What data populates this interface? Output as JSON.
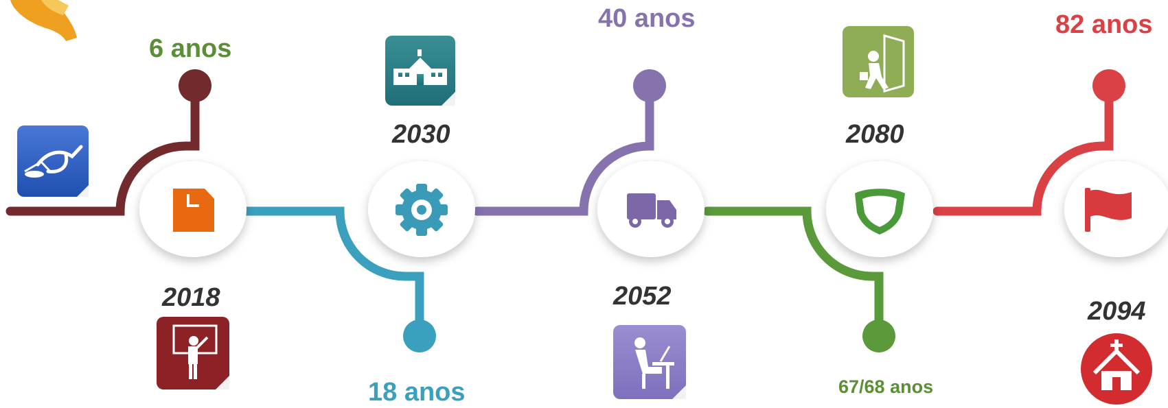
{
  "timeline": {
    "years": [
      "2018",
      "2030",
      "2052",
      "2080",
      "2094"
    ],
    "ages": [
      "6 anos",
      "18 anos",
      "40 anos",
      "67/68 anos",
      "82 anos"
    ],
    "colors": {
      "stage1": "#722a2c",
      "stage2": "#3ba0be",
      "stage3": "#8672ad",
      "stage4": "#5a9a3a",
      "stage5": "#d94144",
      "age_green": "#5b8f35",
      "year_text": "#333333",
      "node_doc": "#e8690f",
      "node_gear": "#3a9bb8",
      "node_truck": "#7c68a8",
      "node_shield": "#4a9a3a",
      "node_flag": "#d93a3e",
      "logo_orange": "#f0a020"
    },
    "icons": {
      "node1": "document-icon",
      "node2": "gear-icon",
      "node3": "truck-icon",
      "node4": "shield-icon",
      "node5": "flag-icon",
      "photo_birth": "stork-icon",
      "photo_school": "teacher-blackboard-icon",
      "photo_college": "school-building-icon",
      "photo_work": "office-worker-icon",
      "photo_retire": "exit-door-icon",
      "photo_death": "church-icon"
    }
  }
}
